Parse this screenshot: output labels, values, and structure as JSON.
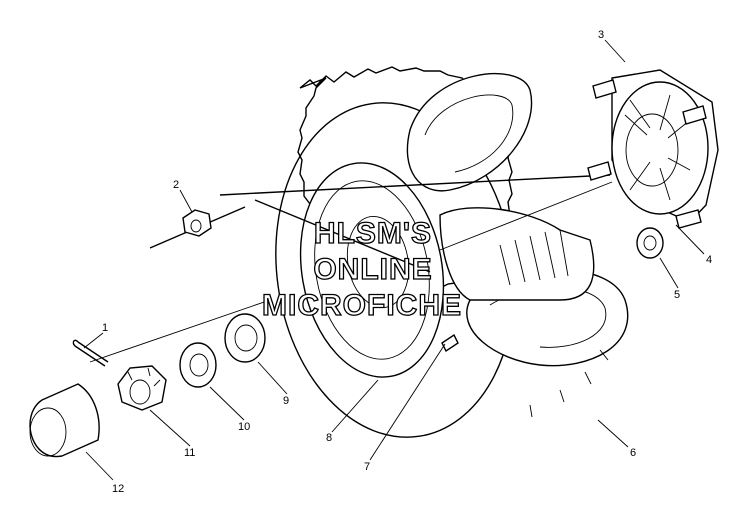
{
  "watermark": {
    "line1": "HLSM'S",
    "line2": "ONLINE",
    "line3": "MICROFICHE"
  },
  "callouts": {
    "c1": "1",
    "c2": "2",
    "c3": "3",
    "c4": "4",
    "c5": "5",
    "c6": "6",
    "c7": "7",
    "c8": "8",
    "c9": "9",
    "c10": "10",
    "c11": "11",
    "c12": "12"
  }
}
